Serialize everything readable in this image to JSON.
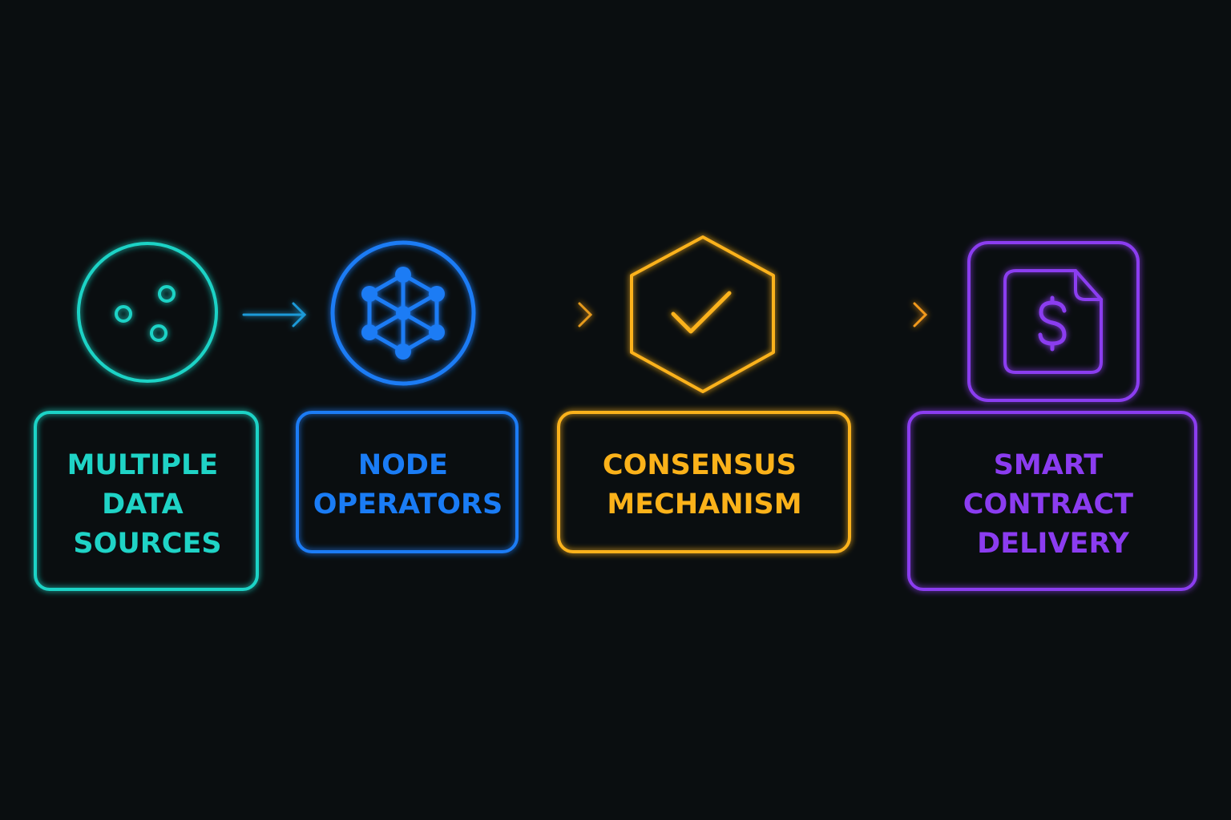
{
  "colors": {
    "background": "#0a0e10",
    "teal": "#1fd3c6",
    "blue": "#1a7cf5",
    "amber": "#fbb21a",
    "purple": "#8b3cf0"
  },
  "steps": [
    {
      "icon": "data-points-circle-icon",
      "lines": [
        "MULTIPLE",
        "DATA",
        "SOURCES"
      ]
    },
    {
      "icon": "node-network-icon",
      "lines": [
        "NODE",
        "OPERATORS"
      ]
    },
    {
      "icon": "hexagon-check-icon",
      "lines": [
        "CONSENSUS",
        "MECHANISM"
      ]
    },
    {
      "icon": "dollar-document-icon",
      "lines": [
        "SMART",
        "CONTRACT",
        "DELIVERY"
      ]
    }
  ],
  "connectors": [
    "arrow-right-icon",
    "arrow-right-icon",
    "arrow-right-icon"
  ]
}
